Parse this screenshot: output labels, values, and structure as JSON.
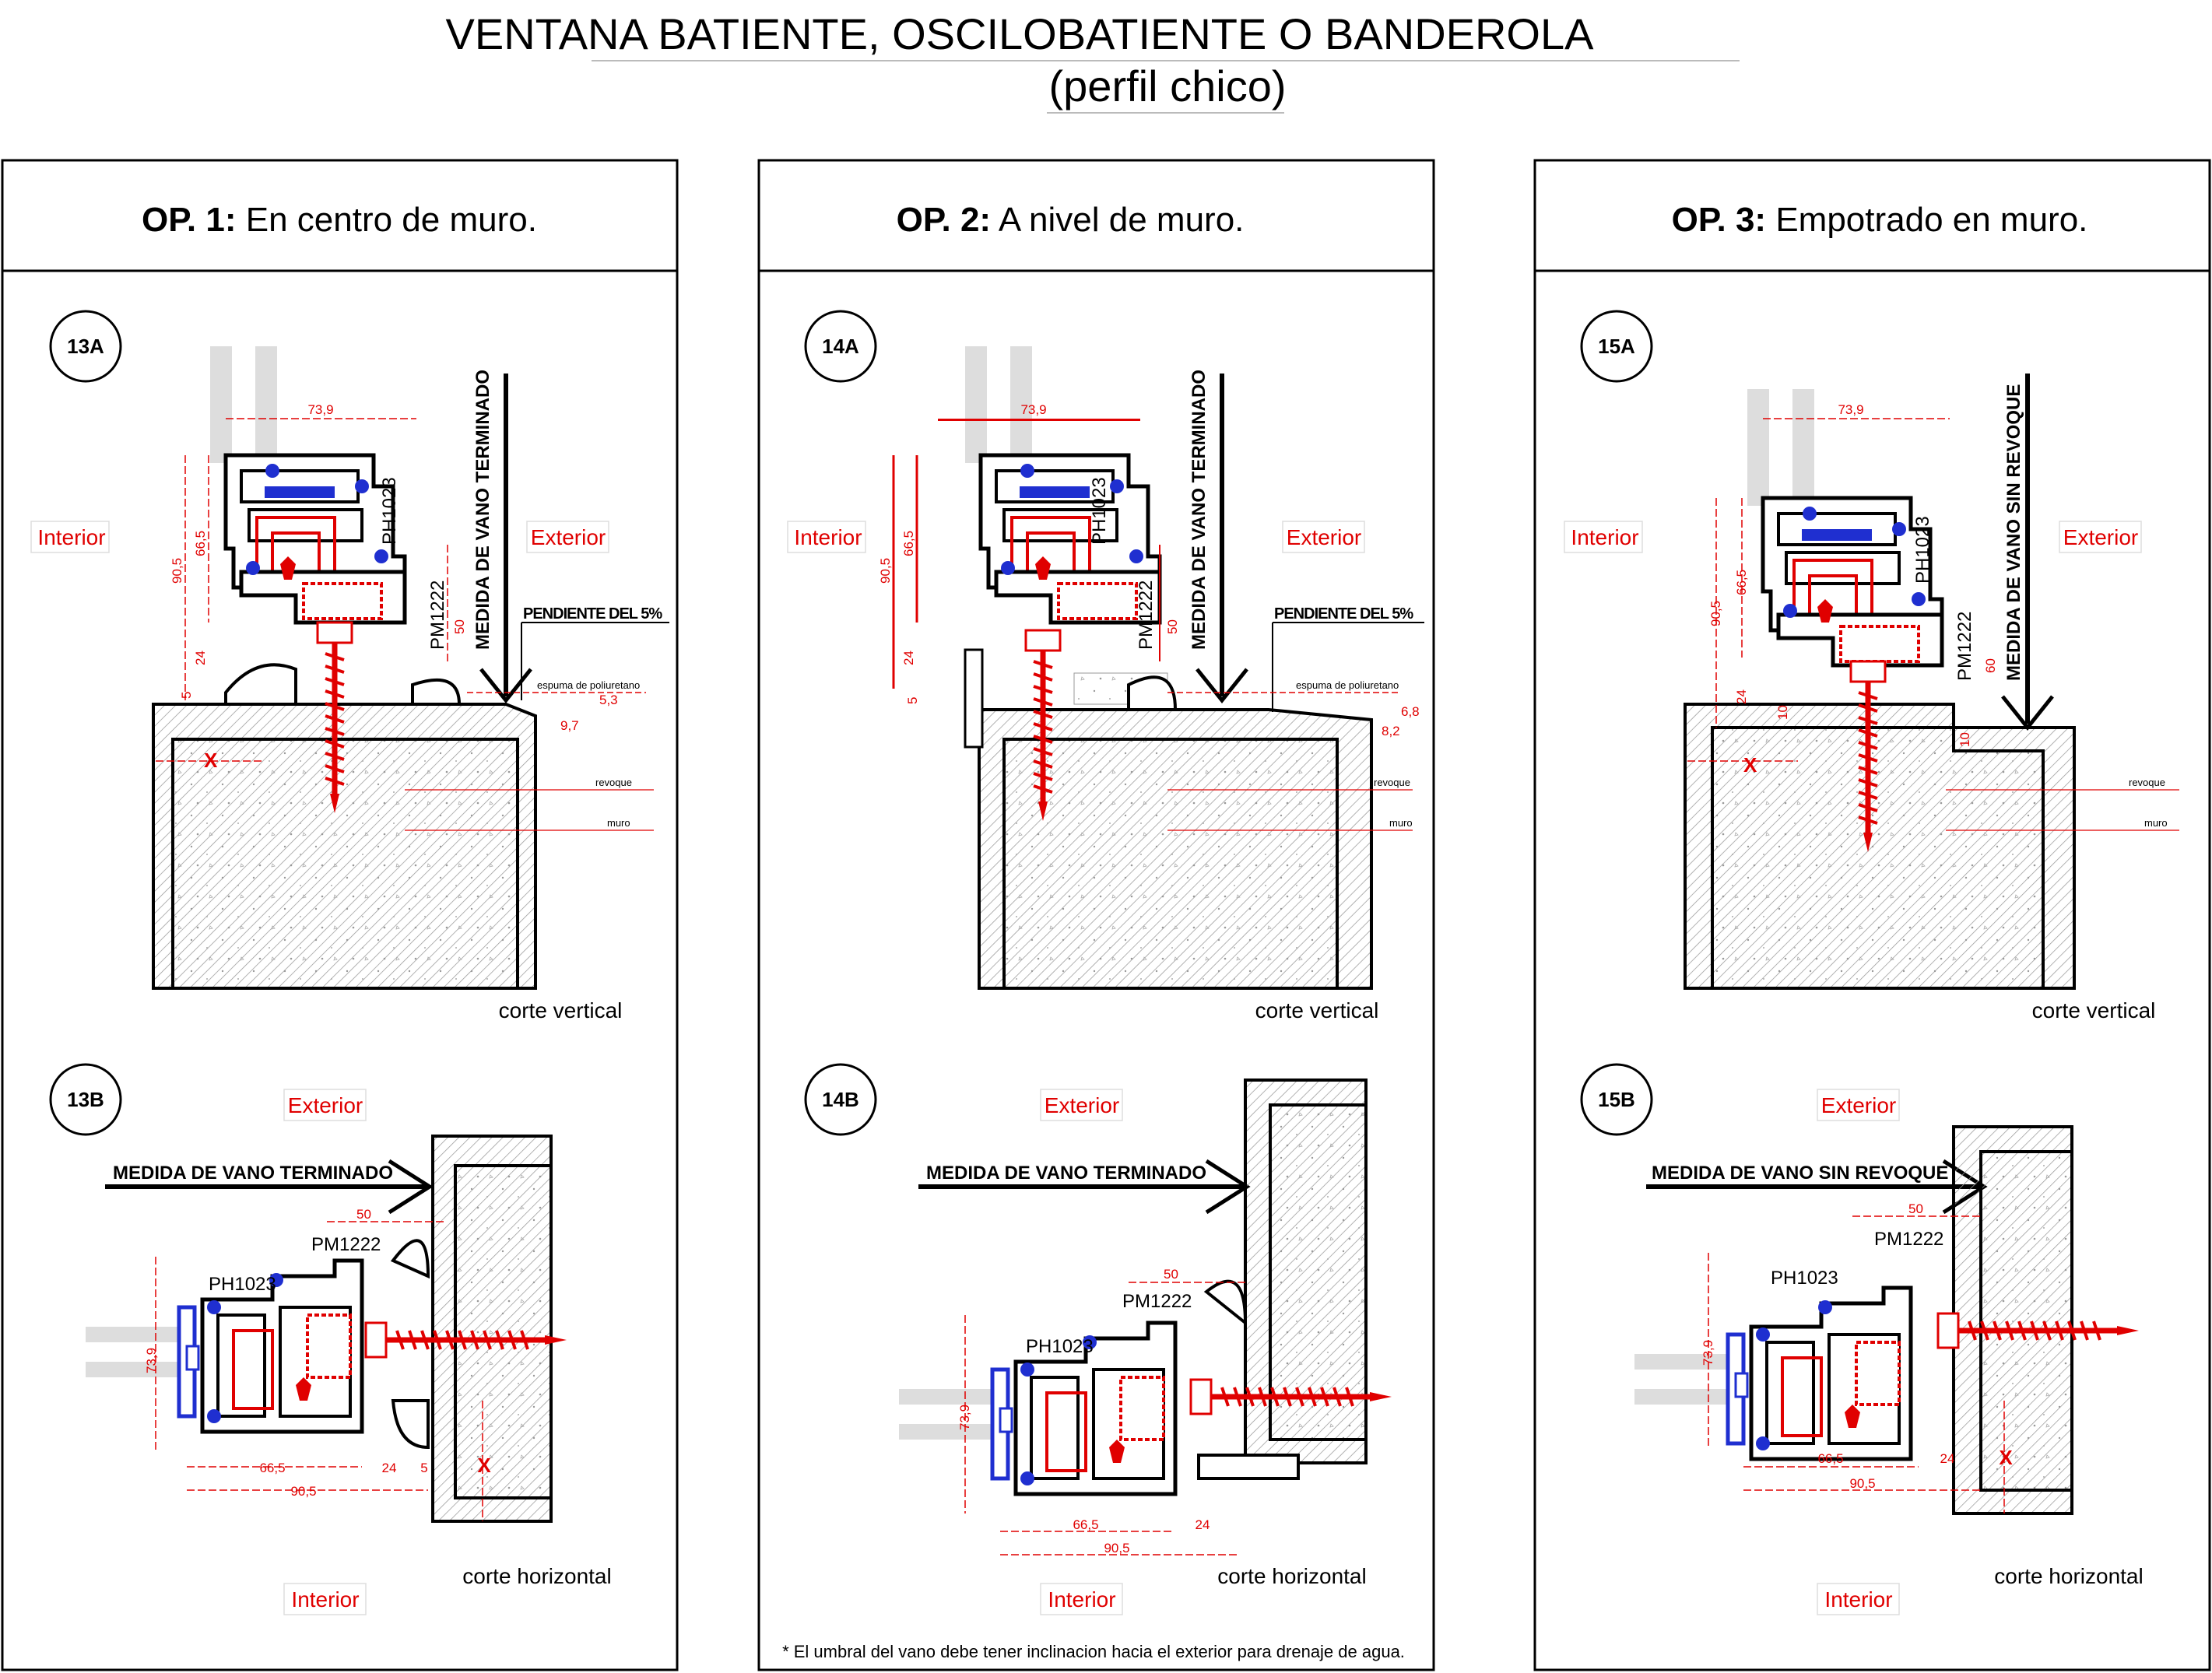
{
  "header": {
    "title": "VENTANA BATIENTE, OSCILOBATIENTE O BANDEROLA",
    "subtitle": "(perfil chico)"
  },
  "colors": {
    "dimension_red": "#e00000",
    "gasket_blue": "#1f2fd0",
    "glass_gray": "#d8d8d8"
  },
  "columns": [
    {
      "op_label": "OP. 1:",
      "op_desc": "En centro de muro.",
      "badge_top": "13A",
      "badge_bottom": "13B",
      "interior": "Interior",
      "exterior": "Exterior",
      "vano_top": "MEDIDA DE VANO TERMINADO",
      "vano_bottom": "MEDIDA DE VANO TERMINADO",
      "pendiente": "PENDIENTE DEL 5%",
      "espuma": "espuma de poliuretano",
      "revoque": "revoque",
      "muro": "muro",
      "ph": "PH1023",
      "pm": "PM1222",
      "x_mark": "X",
      "dims_top": {
        "w": "73,9",
        "h1": "90,5",
        "h2": "66,5",
        "h3": "24",
        "h4": "5",
        "h5": "50",
        "a": "5,3",
        "b": "9,7"
      },
      "dims_bottom": {
        "a": "50",
        "b": "73,9",
        "c": "66,5",
        "d": "90,5",
        "e": "24",
        "f": "5"
      },
      "corte_v": "corte vertical",
      "corte_h": "corte horizontal"
    },
    {
      "op_label": "OP. 2:",
      "op_desc": "A nivel de muro.",
      "badge_top": "14A",
      "badge_bottom": "14B",
      "interior": "Interior",
      "exterior": "Exterior",
      "vano_top": "MEDIDA DE VANO TERMINADO",
      "vano_bottom": "MEDIDA DE VANO TERMINADO",
      "pendiente": "PENDIENTE DEL 5%",
      "espuma": "espuma de poliuretano",
      "revoque": "revoque",
      "muro": "muro",
      "ph": "PH1023",
      "pm": "PM1222",
      "dims_top": {
        "w": "73,9",
        "h1": "90,5",
        "h2": "66,5",
        "h3": "24",
        "h4": "5",
        "h5": "50",
        "a": "6,8",
        "b": "8,2"
      },
      "dims_bottom": {
        "a": "50",
        "b": "73,9",
        "c": "66,5",
        "d": "90,5",
        "e": "24"
      },
      "corte_v": "corte vertical",
      "corte_h": "corte horizontal",
      "note": "* El umbral del vano debe tener inclinacion hacia el exterior para drenaje de agua."
    },
    {
      "op_label": "OP. 3:",
      "op_desc": "Empotrado en muro.",
      "badge_top": "15A",
      "badge_bottom": "15B",
      "interior": "Interior",
      "exterior": "Exterior",
      "vano_top": "MEDIDA DE VANO SIN REVOQUE",
      "vano_bottom": "MEDIDA DE VANO SIN REVOQUE",
      "revoque": "revoque",
      "muro": "muro",
      "ph": "PH1023",
      "pm": "PM1222",
      "x_mark": "X",
      "dims_top": {
        "w": "73,9",
        "h1": "90,5",
        "h2": "66,5",
        "h3": "24",
        "h4": "10",
        "h5": "60",
        "c": "10"
      },
      "dims_bottom": {
        "a": "50",
        "b": "73,9",
        "c": "66,5",
        "d": "90,5",
        "e": "24"
      },
      "corte_v": "corte vertical",
      "corte_h": "corte horizontal"
    }
  ]
}
